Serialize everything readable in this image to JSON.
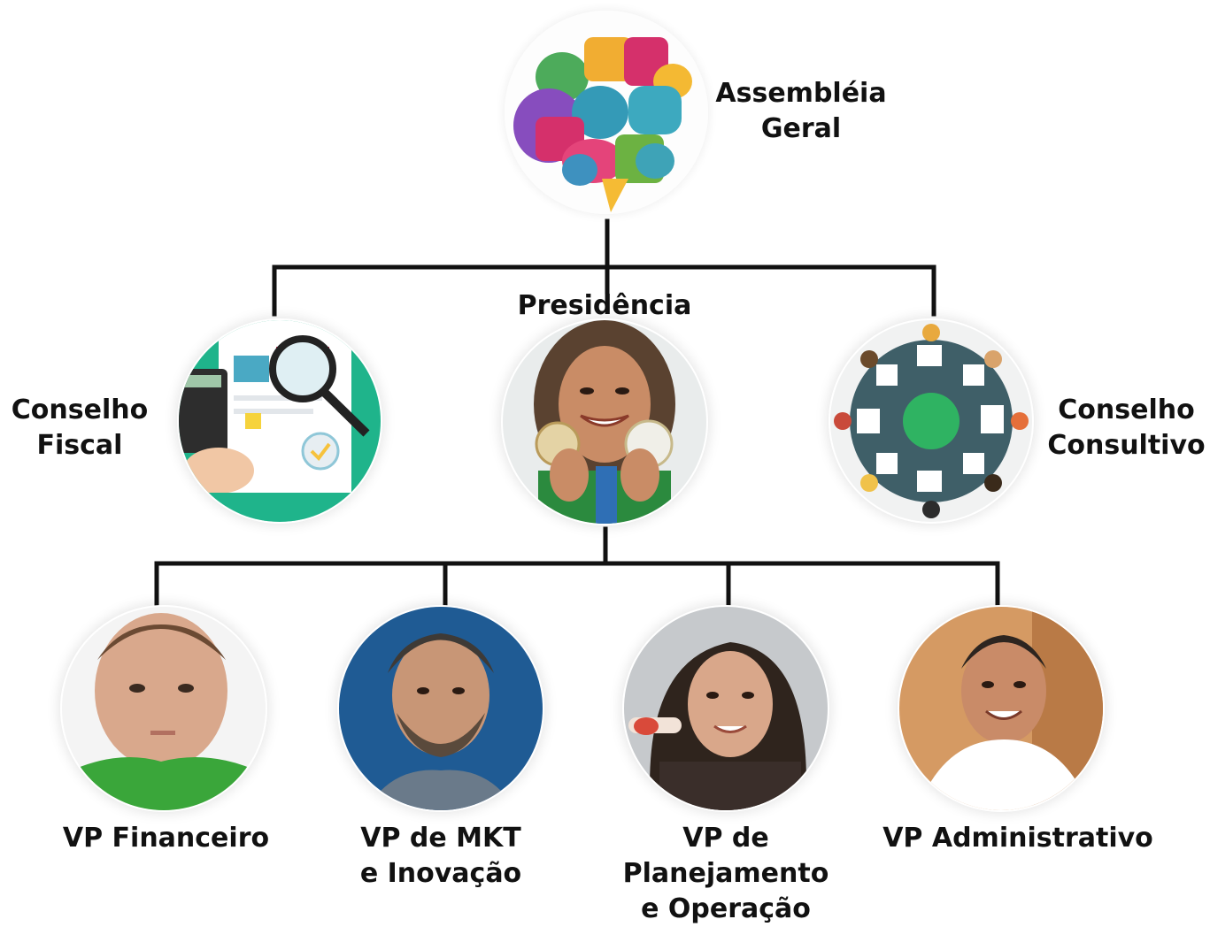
{
  "colors": {
    "connector": "#111111",
    "text": "#111111"
  },
  "top": {
    "icon": "speech-bubbles-brain-icon",
    "label_line1": "Assembléia",
    "label_line2": "Geral"
  },
  "presidency": {
    "label": "Presidência",
    "icon": "athlete-with-medals-photo"
  },
  "fiscal": {
    "label_line1": "Conselho",
    "label_line2": "Fiscal",
    "icon": "audit-magnifier-calculator-icon"
  },
  "consultive": {
    "label_line1": "Conselho",
    "label_line2": "Consultivo",
    "icon": "round-table-meeting-icon"
  },
  "vps": [
    {
      "lines": [
        "VP Financeiro"
      ],
      "icon": "vp-financeiro-photo"
    },
    {
      "lines": [
        "VP de MKT",
        "e Inovação"
      ],
      "icon": "vp-mkt-photo"
    },
    {
      "lines": [
        "VP de",
        "Planejamento",
        "e Operação"
      ],
      "icon": "vp-planejamento-photo"
    },
    {
      "lines": [
        "VP Administrativo"
      ],
      "icon": "vp-administrativo-photo"
    }
  ]
}
